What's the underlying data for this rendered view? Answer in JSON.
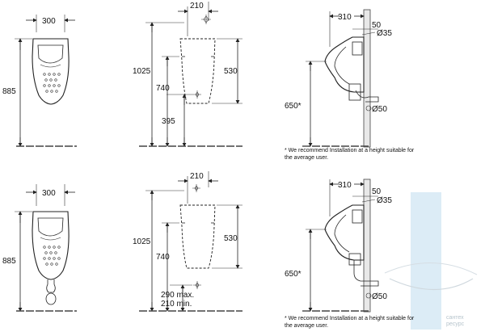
{
  "top_row": {
    "front": {
      "width": "300",
      "height": "885"
    },
    "wall_view": {
      "offset": "210",
      "height": "1025",
      "depth": "530",
      "mid": "740",
      "low": "395"
    },
    "side_view": {
      "depth": "310",
      "top": "50",
      "inlet": "Ø35",
      "outlet": "Ø50",
      "height": "650*"
    },
    "note_line1": "* We recommend Installation at a height suitable for",
    "note_line2": "the average user."
  },
  "bottom_row": {
    "front": {
      "width": "300",
      "height": "885"
    },
    "wall_view": {
      "offset": "210",
      "height": "1025",
      "depth": "530",
      "mid": "740",
      "max": "290 max.",
      "min": "210 min."
    },
    "side_view": {
      "depth": "310",
      "top": "50",
      "inlet": "Ø35",
      "outlet": "Ø50",
      "height": "650*"
    },
    "note_line1": "* We recommend Installation at a height suitable for",
    "note_line2": "the average user."
  },
  "watermark": {
    "line1": "сантех",
    "line2": "ресурс"
  },
  "colors": {
    "line": "#222222",
    "wall": "#e8e8e8",
    "watermark": "#dcecf6"
  }
}
